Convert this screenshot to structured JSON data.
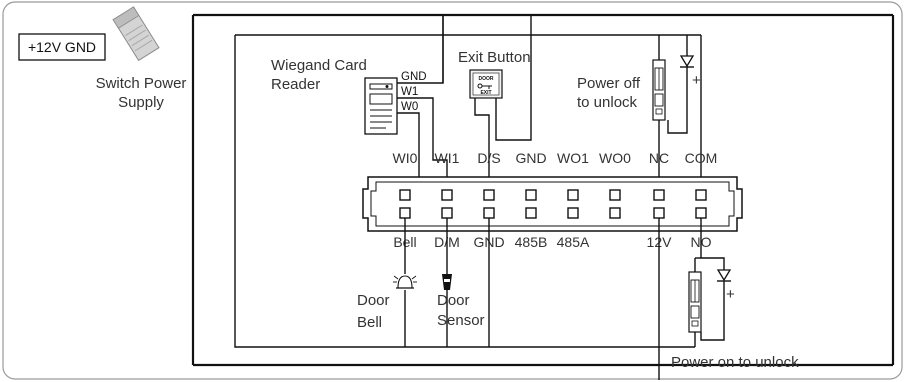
{
  "power_supply": {
    "box_label": "+12V GND",
    "title": "Switch Power Supply",
    "title_line1": "Switch Power",
    "title_line2": "Supply"
  },
  "card_reader": {
    "title_line1": "Wiegand Card",
    "title_line2": "Reader",
    "pins": [
      "GND",
      "W1",
      "W0"
    ]
  },
  "exit_button": {
    "title": "Exit Button",
    "plate_top": "DOOR",
    "plate_bottom": "EXIT"
  },
  "lock_nc": {
    "title_line1": "Power off",
    "title_line2": "to unlock",
    "polarity": "+"
  },
  "lock_no": {
    "title": "Power on to unlock",
    "polarity": "+"
  },
  "terminal_top": [
    "WI0",
    "WI1",
    "D/S",
    "GND",
    "WO1",
    "WO0",
    "NC",
    "COM"
  ],
  "terminal_bottom": [
    "Bell",
    "D/M",
    "GND",
    "485B",
    "485A",
    "",
    "12V",
    "NO"
  ],
  "door_bell": {
    "line1": "Door",
    "line2": "Bell"
  },
  "door_sensor": {
    "line1": "Door",
    "line2": "Sensor"
  },
  "colors": {
    "wire": "#111111",
    "frame": "#999999",
    "text": "#333333"
  }
}
